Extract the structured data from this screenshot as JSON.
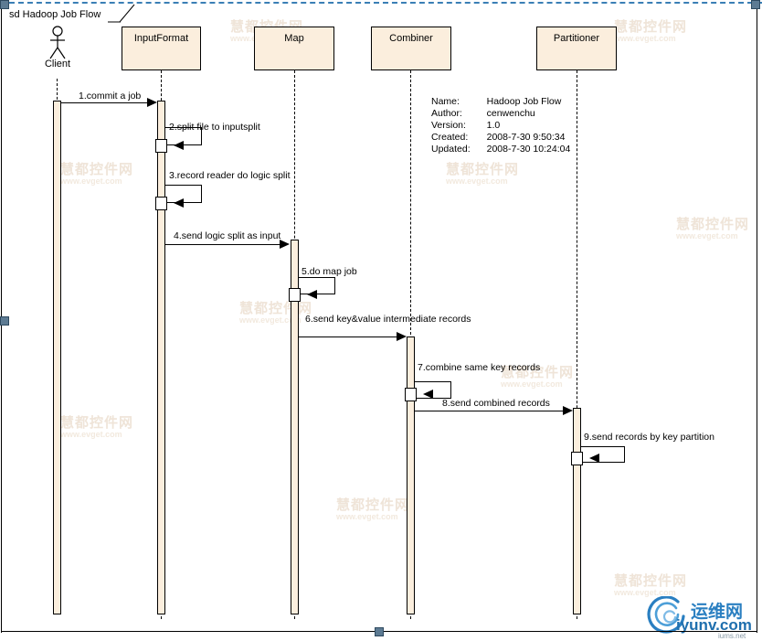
{
  "diagram": {
    "frame_label": "sd Hadoop Job Flow",
    "kind": "uml-sequence-diagram"
  },
  "actor": {
    "name": "Client",
    "icon": "stick-figure-actor-icon"
  },
  "participants": [
    {
      "name": "InputFormat"
    },
    {
      "name": "Map"
    },
    {
      "name": "Combiner"
    },
    {
      "name": "Partitioner"
    }
  ],
  "note": {
    "rows": [
      {
        "key": "Name:",
        "value": "Hadoop Job Flow"
      },
      {
        "key": "Author:",
        "value": "cenwenchu"
      },
      {
        "key": "Version:",
        "value": "1.0"
      },
      {
        "key": "Created:",
        "value": "2008-7-30 9:50:34"
      },
      {
        "key": "Updated:",
        "value": "2008-7-30 10:24:04"
      }
    ]
  },
  "messages": [
    {
      "id": "m1",
      "label": "1.commit a job",
      "from": "Client",
      "to": "InputFormat",
      "type": "call"
    },
    {
      "id": "m2",
      "label": "2.split file to inputsplit",
      "from": "InputFormat",
      "to": "InputFormat",
      "type": "self"
    },
    {
      "id": "m3",
      "label": "3.record reader do logic split",
      "from": "InputFormat",
      "to": "InputFormat",
      "type": "self"
    },
    {
      "id": "m4",
      "label": "4.send logic split as input",
      "from": "InputFormat",
      "to": "Map",
      "type": "call"
    },
    {
      "id": "m5",
      "label": "5.do map job",
      "from": "Map",
      "to": "Map",
      "type": "self"
    },
    {
      "id": "m6",
      "label": "6.send key&value intermediate records",
      "from": "Map",
      "to": "Combiner",
      "type": "call"
    },
    {
      "id": "m7",
      "label": "7.combine same key records",
      "from": "Combiner",
      "to": "Combiner",
      "type": "self"
    },
    {
      "id": "m8",
      "label": "8.send combined records",
      "from": "Combiner",
      "to": "Partitioner",
      "type": "call"
    },
    {
      "id": "m9",
      "label": "9.send records by key partition",
      "from": "Partitioner",
      "to": "Partitioner",
      "type": "self"
    }
  ],
  "watermark": {
    "cn": "慧都控件网",
    "url": "www.evget.com"
  },
  "logo": {
    "cn": "运维网",
    "en": "iyunv.com",
    "tag": "iums.net",
    "color": "#2a7fc1"
  },
  "colors": {
    "participant_fill": "#fbeedd",
    "stroke": "#000000",
    "selection": "#3a7fb5"
  }
}
